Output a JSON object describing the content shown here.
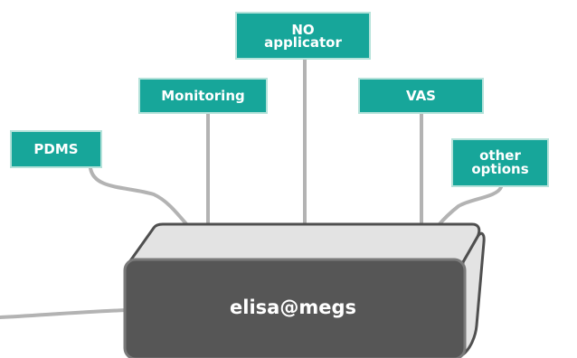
{
  "colors": {
    "box_fill": "#17a69a",
    "box_border": "#b5e2da",
    "cable": "#b3b3b3",
    "device_front": "#565656",
    "device_body": "#e3e3e3",
    "device_outline": "#4f4f4f"
  },
  "nodes": {
    "pdms": "PDMS",
    "monitoring": "Monitoring",
    "no_applicator": "NO\napplicator",
    "vas": "VAS",
    "other_options": "other\noptions"
  },
  "device": {
    "label": "elisa@megs"
  }
}
